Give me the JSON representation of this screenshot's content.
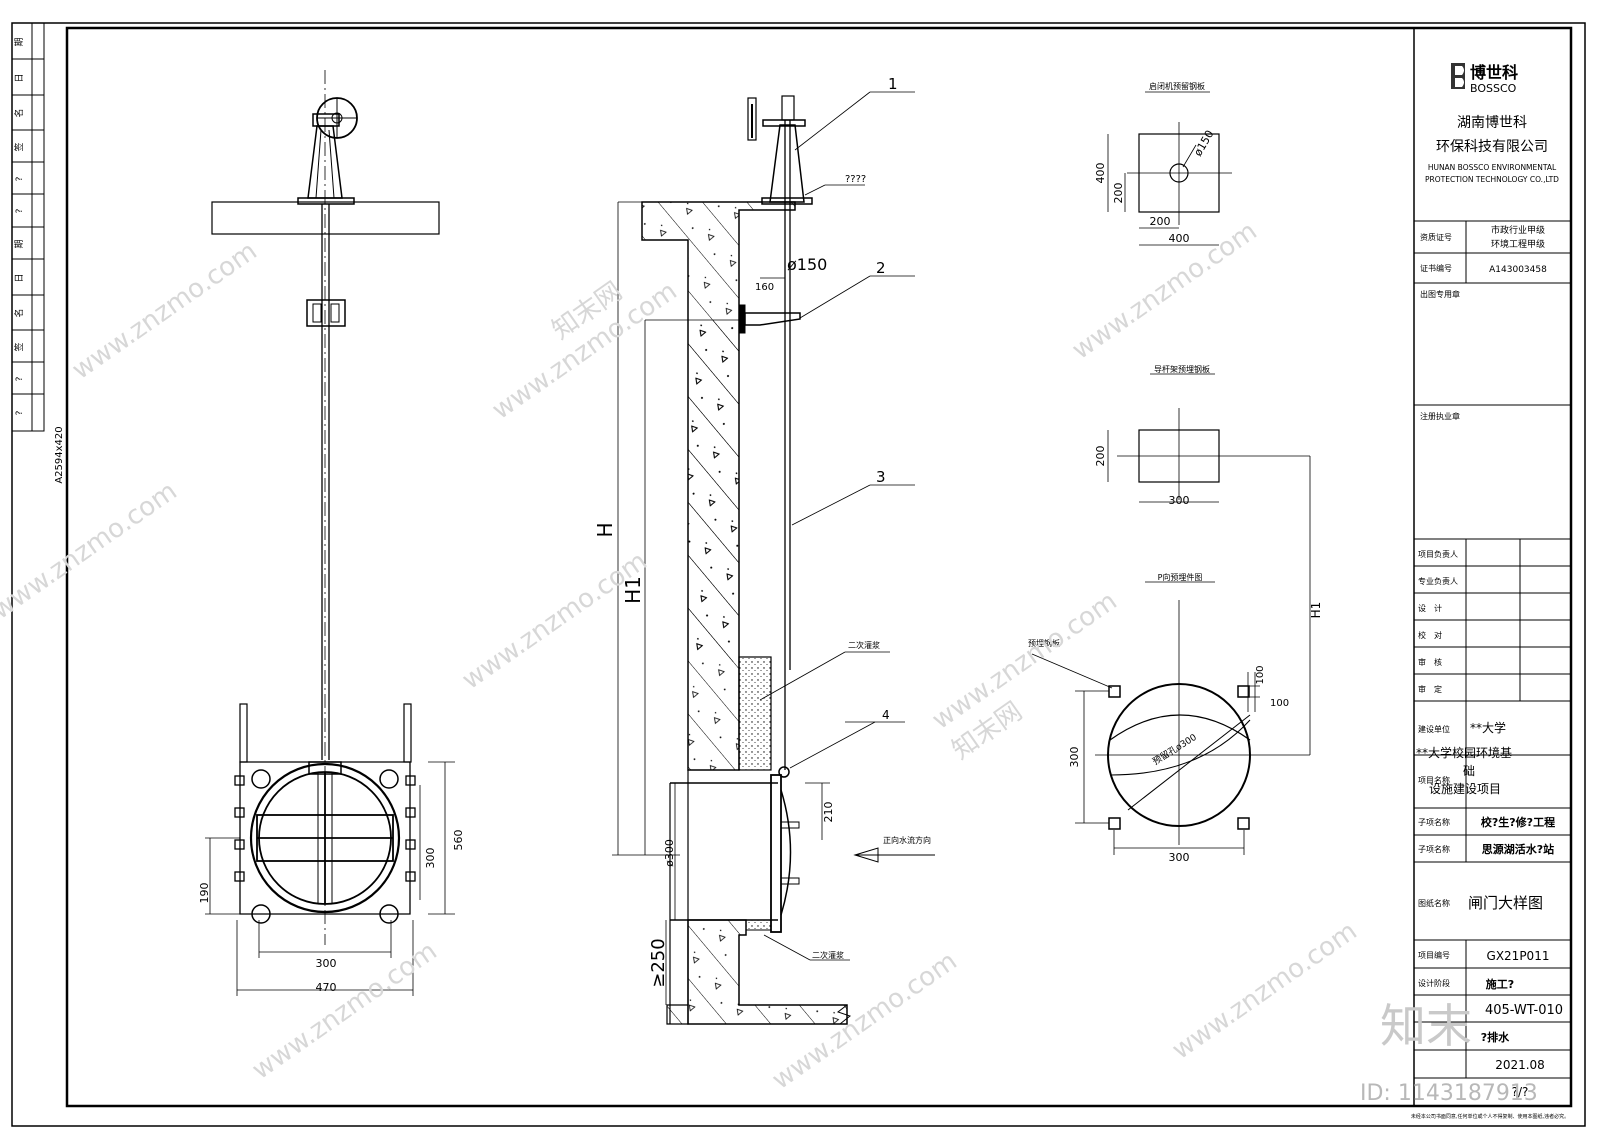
{
  "side_strip": {
    "cells": [
      "期",
      "日",
      "名",
      "签",
      "?",
      "?",
      "期",
      "日",
      "名",
      "签",
      "?",
      "?"
    ],
    "sheet_size": "A2594x420"
  },
  "front_view": {
    "dim_560": "560",
    "dim_300_right": "300",
    "dim_190": "190",
    "dim_300_bottom": "300",
    "dim_470": "470"
  },
  "section_view": {
    "label_1": "1",
    "label_2": "2",
    "label_3": "3",
    "label_4": "4",
    "top_note": "????",
    "dim_150": "ø150",
    "dim_160": "160",
    "dim_H": "H",
    "dim_H1": "H1",
    "note_grout_top": "二次灌浆",
    "note_grout_bottom": "二次灌浆",
    "dim_210": "210",
    "dim_d300": "ø300",
    "dim_250": "≥250",
    "flow_note": "正向水流方向"
  },
  "detail_top": {
    "title": "启闭机预留钢板",
    "dim_d150": "ø150",
    "dim_400_v": "400",
    "dim_200_v": "200",
    "dim_200_h": "200",
    "dim_400_h": "400"
  },
  "detail_mid": {
    "title": "导杆架预埋钢板",
    "dim_200_v": "200",
    "dim_300_h": "300"
  },
  "detail_bottom": {
    "title": "P向预埋件图",
    "plate_note": "预埋钢板",
    "dim_100_a": "100",
    "dim_100_b": "100",
    "dim_300_v": "300",
    "dim_300_h": "300",
    "dim_H1": "H1",
    "pipe_note": "预留孔ø300"
  },
  "title_block": {
    "company_en_short": "BOSSCO",
    "company_cn_short": "博世科",
    "company_cn_1": "湖南博世科",
    "company_cn_2": "环保科技有限公司",
    "company_en_1": "HUNAN BOSSCO ENVIRONMENTAL",
    "company_en_2": "PROTECTION TECHNOLOGY CO.,LTD",
    "qual_label": "资质证号",
    "qual_value_1": "市政行业甲级",
    "qual_value_2": "环境工程甲级",
    "cert_label": "证书编号",
    "cert_value": "A143003458",
    "seal_label_1": "出图专用章",
    "seal_label_2": "注册执业章",
    "roles": [
      "项目负责人",
      "专业负责人",
      "设　计",
      "校　对",
      "审　核",
      "审　定"
    ],
    "client_label": "建设单位",
    "client_value": "**大学",
    "project_label": "项目名称",
    "project_value_1": "**大学校园环境基",
    "project_value_2": "础",
    "project_value_3": "设施建设项目",
    "subproject_label": "子项名称",
    "subproject_value": "校?生?修?工程",
    "sub2_label": "子项名称",
    "sub2_value": "思源湖活水?站",
    "drawing_label": "图纸名称",
    "drawing_value": "闸门大样图",
    "projno_label": "项目编号",
    "projno_value": "GX21P011",
    "stage_label": "设计阶段",
    "stage_value": "施工?",
    "dwgno_value": "405-WT-010",
    "discipline_value": "?排水",
    "date_value": "2021.08",
    "sheet_value": "?/?",
    "footer_note": "未经本公司书面同意,任何单位或个人不得复制、使用本图纸,违者必究。"
  },
  "watermark": {
    "text": "www.znzmo.com",
    "text_cn": "知末网",
    "id_text": "ID: 1143187913",
    "logo_text": "知末"
  }
}
